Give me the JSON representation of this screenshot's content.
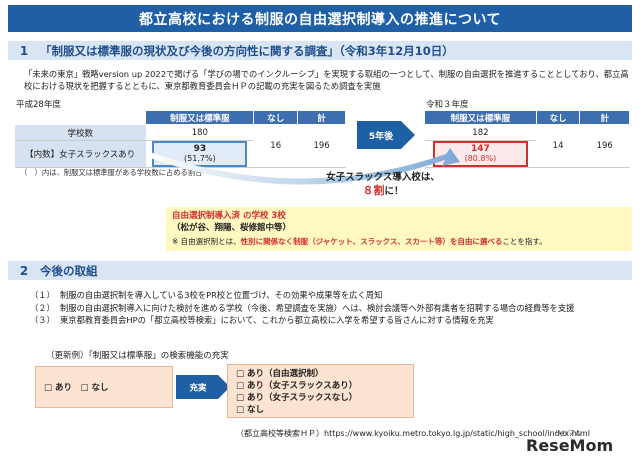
{
  "title": "都立高校における制服の自由選択制導入の推進について",
  "section1": {
    "num": "1",
    "heading": "「制服又は標準服の現状及び今後の方向性に関する調査」（令和3年12月10日）",
    "intro": "「未来の東京」戦略version up 2022で掲げる「学びの場でのインクルーシブ」を実現する取組の一つとして、制服の自由選択を推進することとしており、都立高校における現状を把握するとともに、東京都教育委員会ＨＰの記載の充実を図るため調査を実施",
    "left": {
      "year": "平成28年度",
      "headers": [
        "",
        "制服又は標準服",
        "なし",
        "計"
      ],
      "row1": {
        "label": "学校数",
        "uniform": "180",
        "none": "",
        "total": ""
      },
      "row2": {
        "label": "【内数】女子スラックスあり",
        "uniform": "93",
        "pct": "(51.7%)",
        "none": "16",
        "total": "196"
      },
      "note": "（　）内は、制服又は標準服がある学校数に占める割合"
    },
    "arrow_label": "5年後",
    "right": {
      "year": "令和３年度",
      "headers": [
        "制服又は標準服",
        "なし",
        "計"
      ],
      "row1": {
        "uniform": "182",
        "none": "",
        "total": ""
      },
      "row2": {
        "uniform": "147",
        "pct": "(80.8%)",
        "none": "14",
        "total": "196"
      }
    },
    "stat_line1": "女子スラックス導入校は、",
    "stat_highlight": "８割",
    "stat_tail": "に！",
    "yellow": {
      "line1": "自由選択制導入済 の学校 3校",
      "line2": "（松が谷、翔陽、桜修館中等）",
      "note_prefix": "※ 自由選択制とは、",
      "note_red": "性別に関係なく制服（ジャケット、スラックス、スカート等）を自由に選べる",
      "note_suffix": "ことを指す。"
    }
  },
  "section2": {
    "num": "2",
    "heading": "今後の取組",
    "items": [
      {
        "k": "（１）",
        "text": "制服の自由選択制を導入している3校をPR校と位置づけ、その効果や成果等を広く周知"
      },
      {
        "k": "（２）",
        "text": "制服の自由選択制導入に向けた検討を進める学校（今後、希望調査を実施）へは、検討会議等へ外部有識者を招聘する場合の経費等を支援"
      },
      {
        "k": "（３）",
        "text": "東京都教育委員会HPの「都立高校等検索」において、これから都立高校に入学を希望する皆さんに対する情報を充実"
      }
    ],
    "example_title": "（更新例）「制服又は標準服」の検索機能の充実",
    "before": "□ あり　□ なし",
    "arrow_label": "充実",
    "after": [
      "□ あり（自由選択制）",
      "□ あり（女子スラックスあり）",
      "□ あり（女子スラックスなし）",
      "□ なし"
    ],
    "url": "（都立高校等検索ＨＰ）https://www.kyoiku.metro.tokyo.lg.jp/static/high_school/index.html"
  },
  "watermark": "ReseMom",
  "watermark_sub": "リセマム",
  "colors": {
    "title_bg": "#1f5fa6",
    "header_bg": "#3d6fb0",
    "accent_red": "#d0312d",
    "yellow": "#fff8c0"
  }
}
